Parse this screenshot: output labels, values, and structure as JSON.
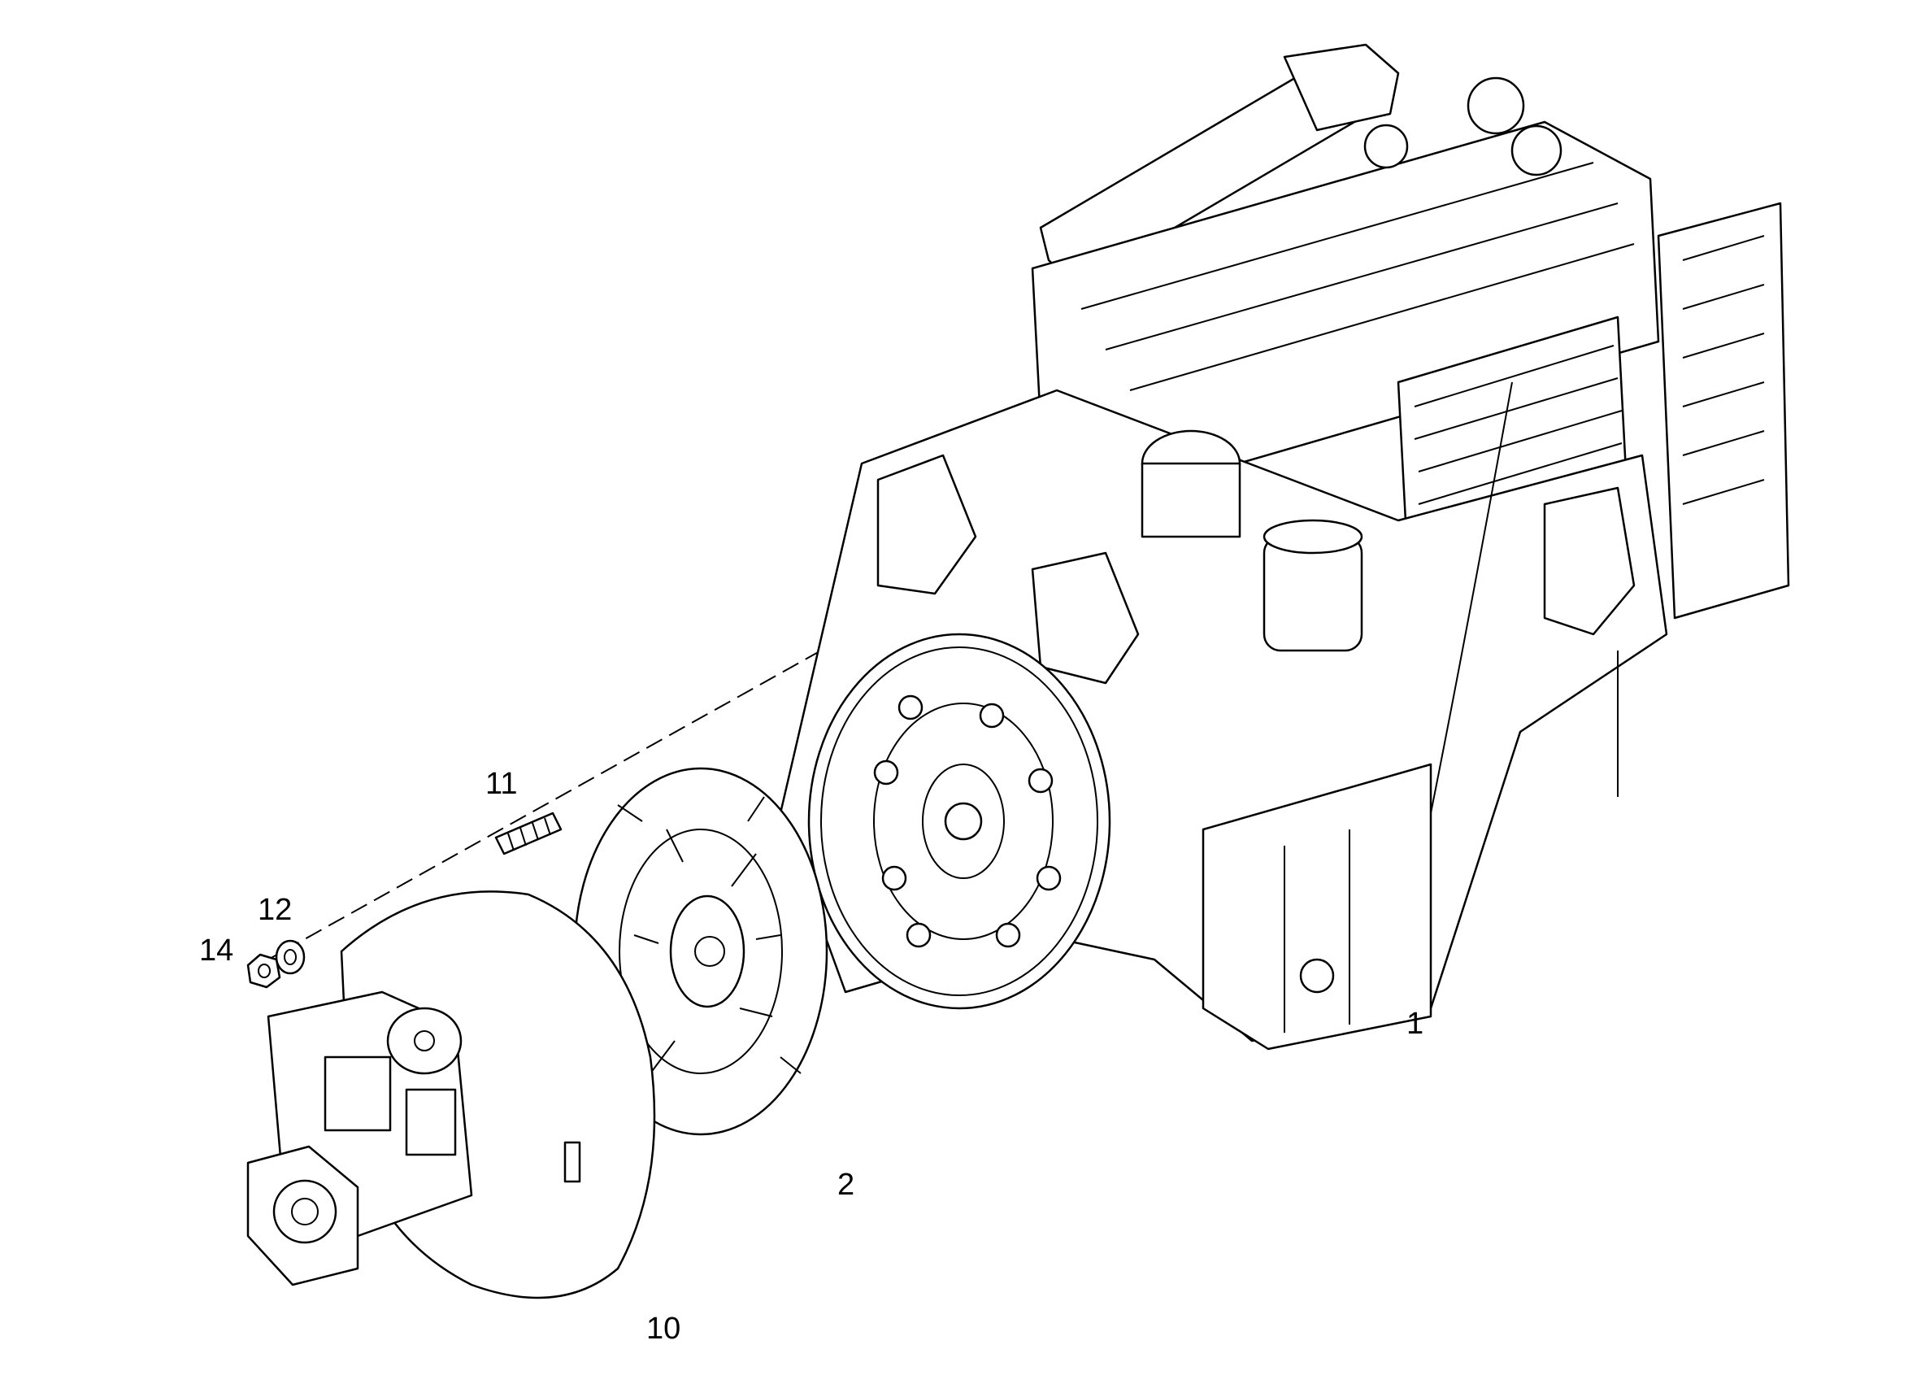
{
  "callouts": {
    "engine": "1",
    "clutch_disc": "2",
    "bell_housing": "10",
    "stud": "11",
    "washer": "12",
    "nut": "14"
  },
  "colors": {
    "line": "#000000",
    "background": "#ffffff"
  }
}
